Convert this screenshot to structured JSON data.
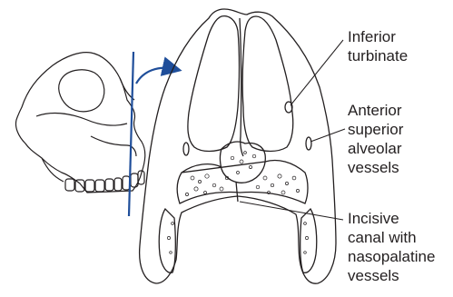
{
  "colors": {
    "line": "#231f20",
    "cut_plane": "#1f4e9a",
    "arrow": "#1f4e9a",
    "background": "#ffffff"
  },
  "labels": {
    "inferior_turbinate": [
      "Inferior",
      "turbinate"
    ],
    "anterior_superior_alveolar_vessels": [
      "Anterior",
      "superior",
      "alveolar",
      "vessels"
    ],
    "incisive_canal": [
      "Incisive",
      "canal with",
      "nasopalatine",
      "vessels"
    ]
  }
}
